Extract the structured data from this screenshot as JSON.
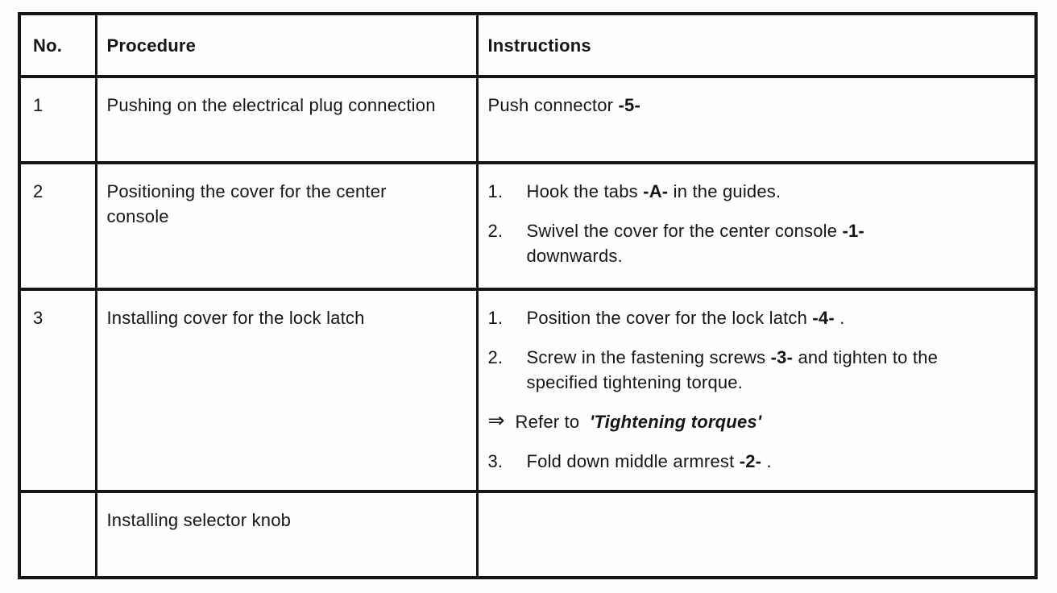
{
  "table": {
    "columns": [
      {
        "label": "No."
      },
      {
        "label": "Procedure"
      },
      {
        "label": "Instructions"
      }
    ],
    "rows": [
      {
        "no": "1",
        "procedure": "Pushing on the electrical plug connection",
        "instructions": [
          {
            "marker": "",
            "segments": [
              {
                "t": "Push connector "
              },
              {
                "t": "-5-",
                "b": true
              }
            ]
          }
        ]
      },
      {
        "no": "2",
        "procedure": "Positioning the cover for the center console",
        "instructions": [
          {
            "marker": "1.",
            "segments": [
              {
                "t": "Hook the tabs "
              },
              {
                "t": "-A-",
                "b": true
              },
              {
                "t": " in the guides."
              }
            ]
          },
          {
            "marker": "2.",
            "segments": [
              {
                "t": "Swivel the cover for the center console "
              },
              {
                "t": "-1-",
                "b": true
              },
              {
                "t": " downwards."
              }
            ]
          }
        ]
      },
      {
        "no": "3",
        "procedure": "Installing cover for the lock latch",
        "instructions": [
          {
            "marker": "1.",
            "segments": [
              {
                "t": "Position the cover for the lock latch "
              },
              {
                "t": "-4-",
                "b": true
              },
              {
                "t": " ."
              }
            ]
          },
          {
            "marker": "2.",
            "segments": [
              {
                "t": "Screw in the fastening screws "
              },
              {
                "t": "-3-",
                "b": true
              },
              {
                "t": " and tighten to the specified tightening torque."
              }
            ]
          },
          {
            "marker": "⇒",
            "segments": [
              {
                "t": "Refer to  "
              },
              {
                "t": "'Tightening torques'",
                "b": true,
                "i": true
              }
            ]
          },
          {
            "marker": "3.",
            "segments": [
              {
                "t": "Fold down middle armrest "
              },
              {
                "t": "-2-",
                "b": true
              },
              {
                "t": " ."
              }
            ]
          }
        ]
      },
      {
        "no": "",
        "procedure": "Installing selector knob",
        "instructions": []
      }
    ]
  }
}
